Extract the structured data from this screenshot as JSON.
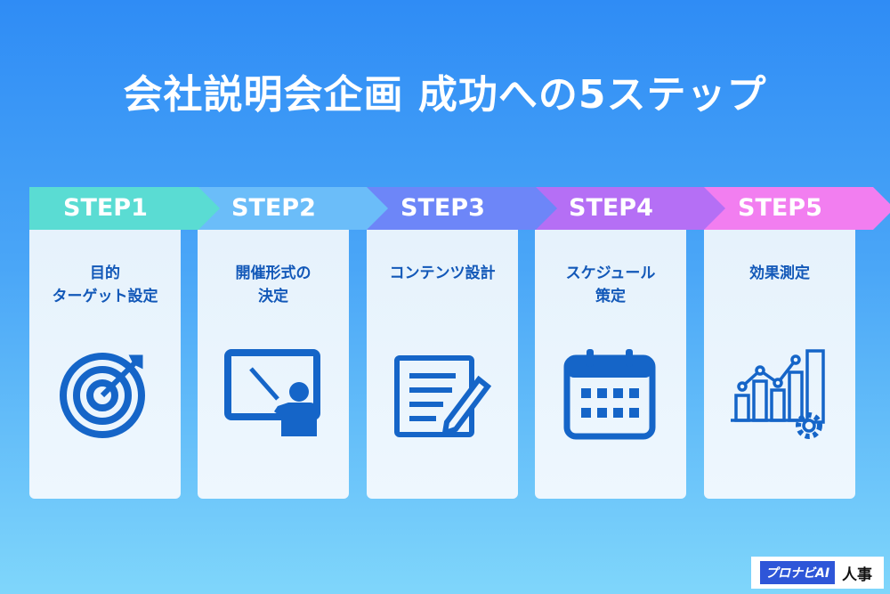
{
  "title": "会社説明会企画 成功への5ステップ",
  "steps": [
    {
      "step": "STEP1",
      "label": "目的\nターゲット設定",
      "color": "#5adcd3",
      "icon": "target-icon"
    },
    {
      "step": "STEP2",
      "label": "開催形式の\n決定",
      "color": "#6bbdf9",
      "icon": "presentation-icon"
    },
    {
      "step": "STEP3",
      "label": "コンテンツ設計",
      "color": "#6d86f8",
      "icon": "document-pencil-icon"
    },
    {
      "step": "STEP4",
      "label": "スケジュール\n策定",
      "color": "#b56ff5",
      "icon": "calendar-icon"
    },
    {
      "step": "STEP5",
      "label": "効果測定",
      "color": "#f27ef0",
      "icon": "chart-gear-icon"
    }
  ],
  "logo": {
    "brand": "プロナビAI",
    "suffix": "人事"
  }
}
